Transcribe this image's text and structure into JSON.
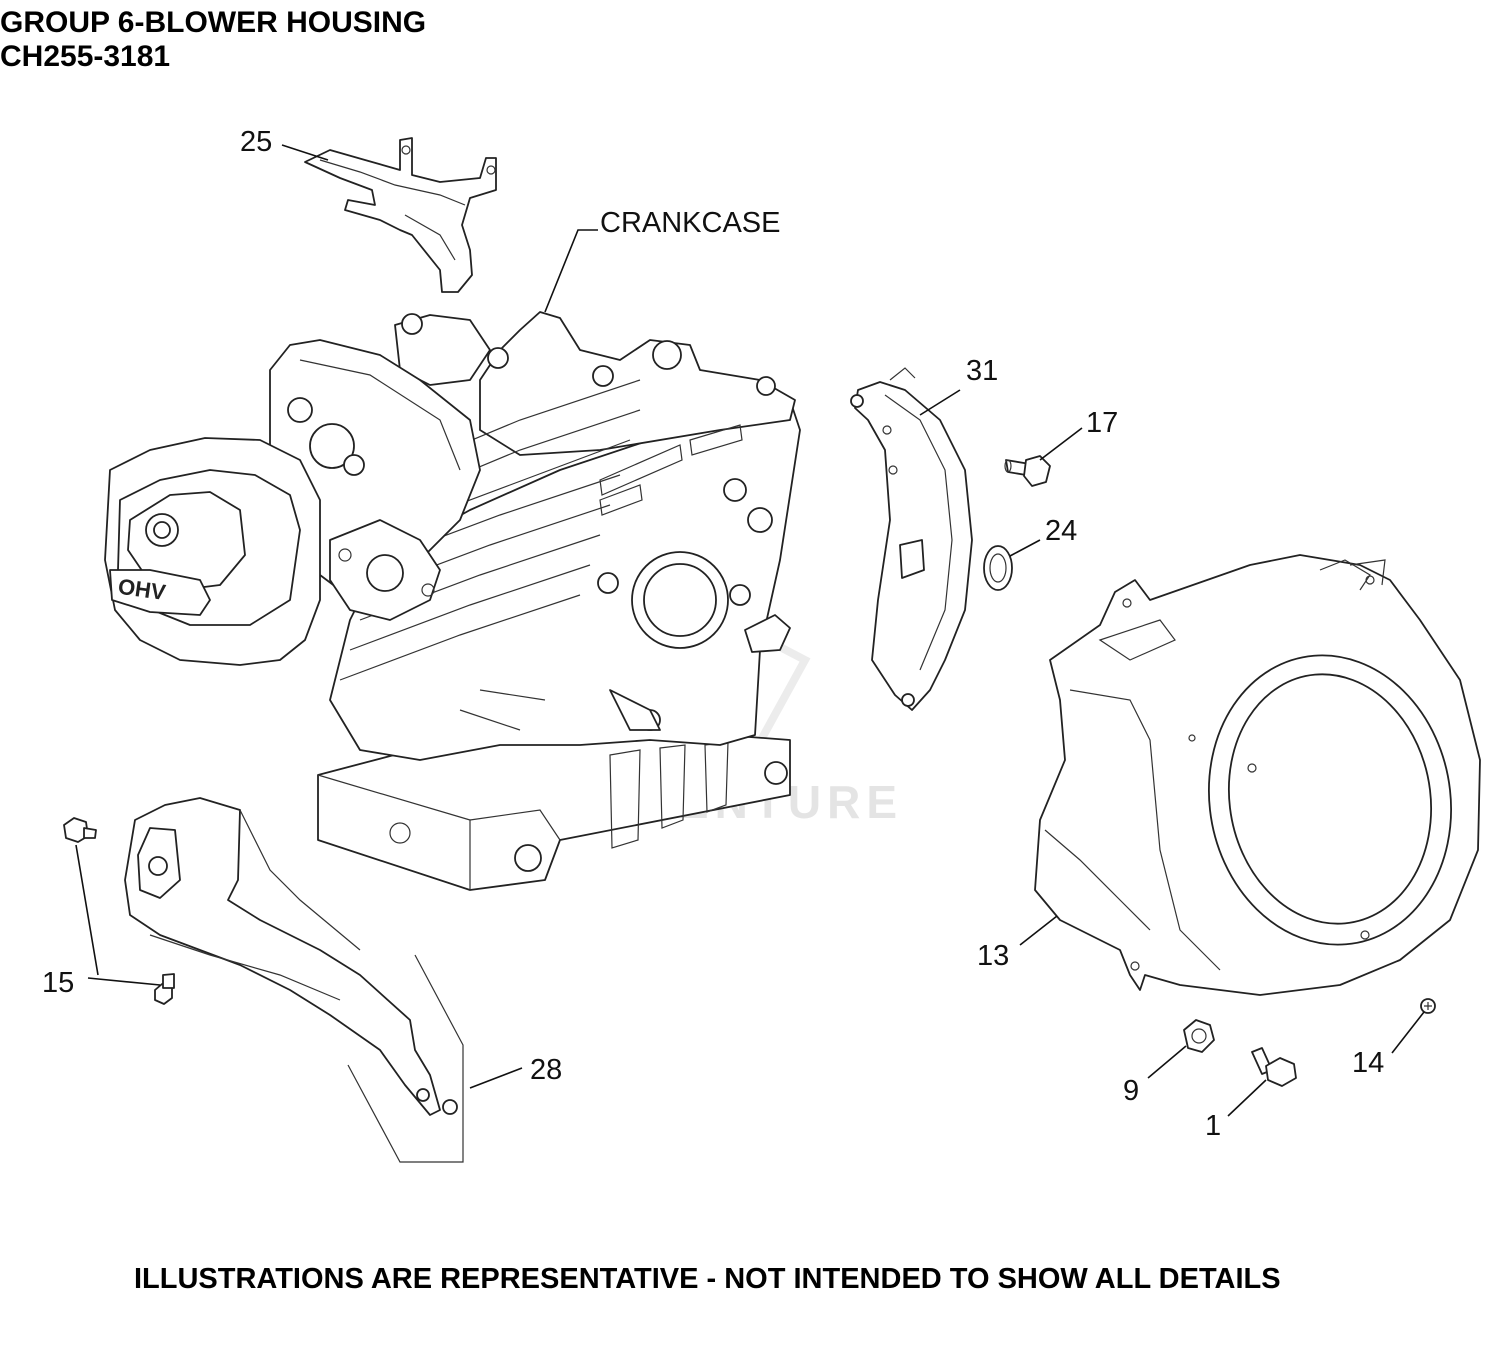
{
  "header": {
    "title_line1": "GROUP 6-BLOWER HOUSING",
    "title_line2": "CH255-3181"
  },
  "footer": {
    "disclaimer": "ILLUSTRATIONS ARE REPRESENTATIVE - NOT INTENDED TO SHOW ALL DETAILS"
  },
  "labels": {
    "crankcase": "CRANKCASE",
    "engine_badge": "OHV",
    "watermark": "LEADVENTURE"
  },
  "callouts": {
    "c25": "25",
    "c31": "31",
    "c17": "17",
    "c24": "24",
    "c13": "13",
    "c15": "15",
    "c28": "28",
    "c9": "9",
    "c1": "1",
    "c14": "14"
  }
}
